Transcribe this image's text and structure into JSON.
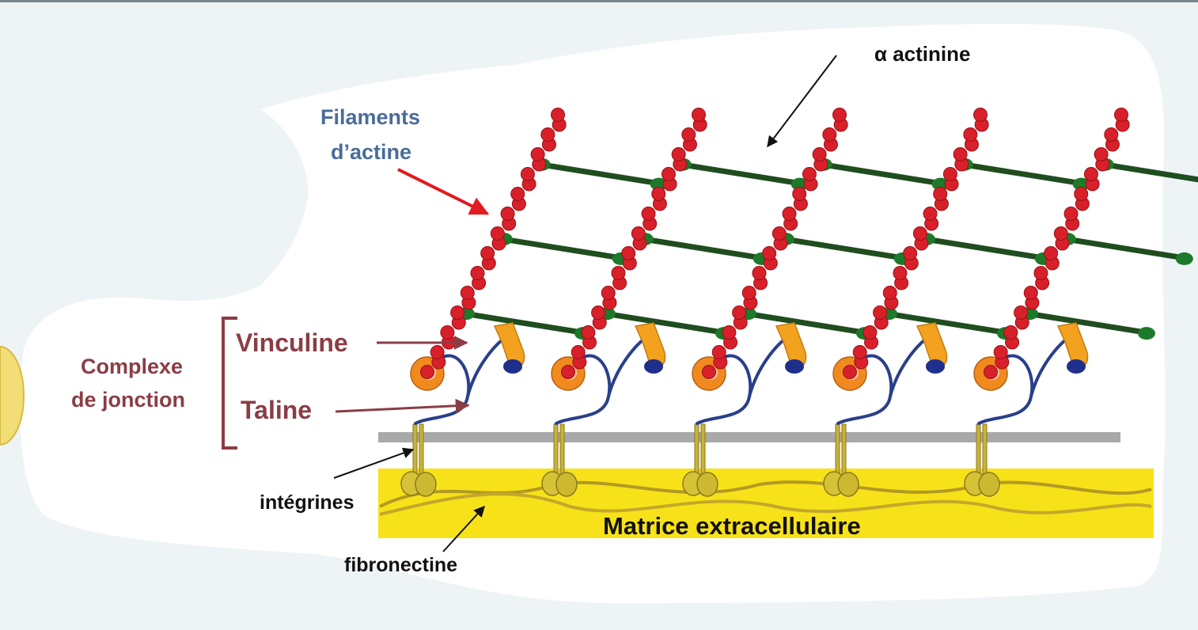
{
  "labels": {
    "actinin": "α actinine",
    "actin_line1": "Filaments",
    "actin_line2": "d’actine",
    "complex_line1": "Complexe",
    "complex_line2": "de jonction",
    "vinculin": "Vinculine",
    "talin": "Taline",
    "integrins": "intégrines",
    "fibronectin": "fibronectine",
    "matrix": "Matrice extracellulaire"
  },
  "colors": {
    "actin": "#d8202a",
    "actinin": "#1f4d1f",
    "actinin_node": "#1d7a2a",
    "vinculin": "#f2a21e",
    "talin": "#2a3f8a",
    "integrin": "#c8b338",
    "matrix": "#f7e21a",
    "membrane": "#a9a9a9",
    "complex_label": "#8a3d45",
    "actin_label": "#4a6d98"
  },
  "repeating_units": 5
}
